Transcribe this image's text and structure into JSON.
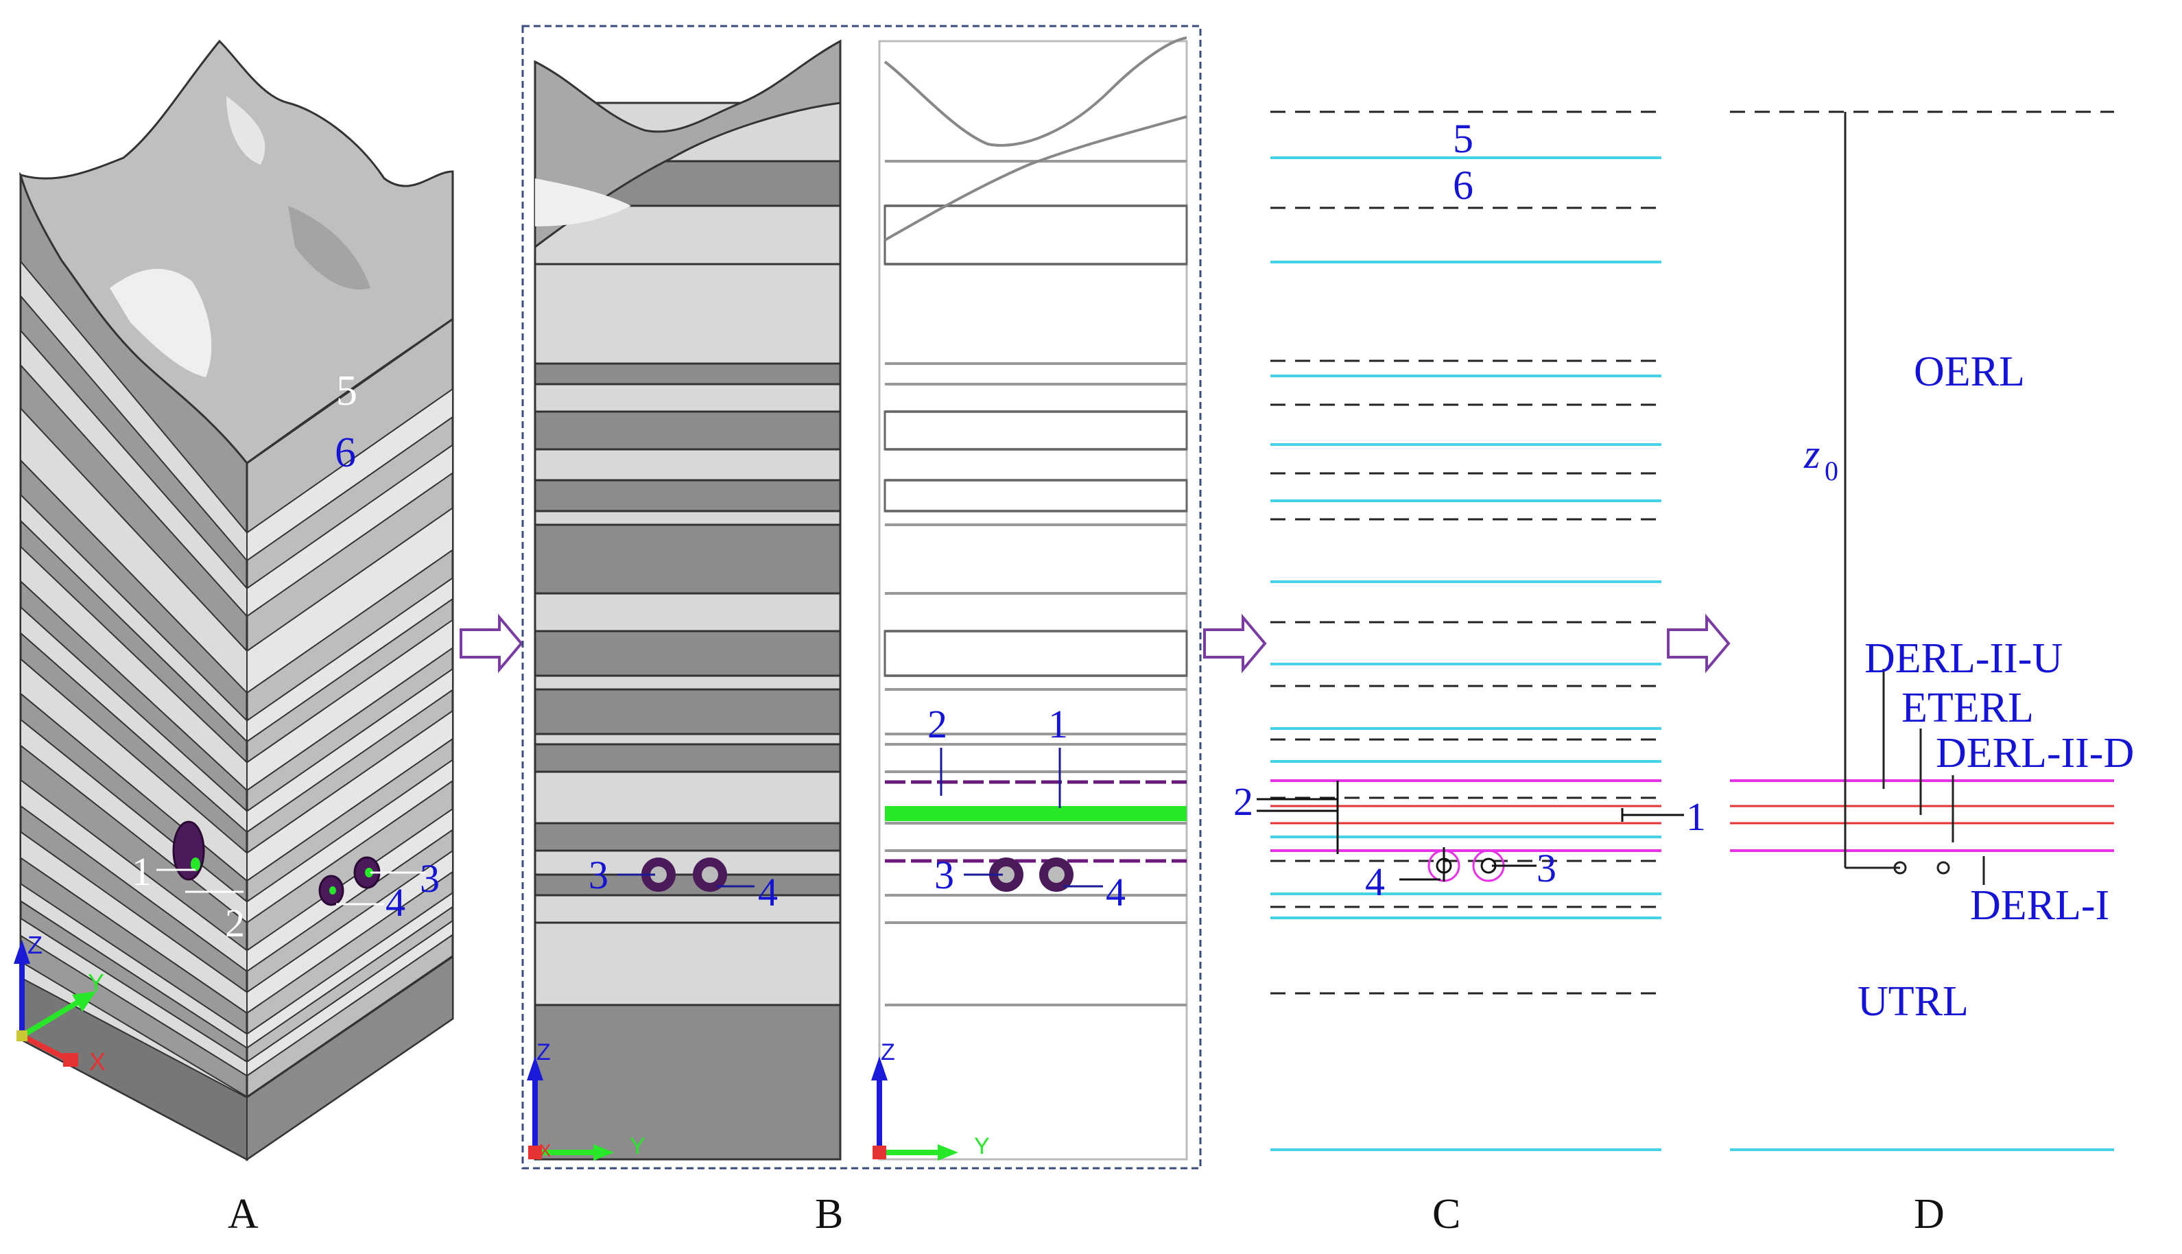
{
  "panels": {
    "a": {
      "caption": "A",
      "labels": {
        "l1": "1",
        "l2": "2",
        "l3": "3",
        "l4": "4",
        "l5": "5",
        "l6": "6"
      },
      "axes": {
        "z": "Z",
        "y": "Y",
        "x": "X"
      }
    },
    "b": {
      "caption": "B",
      "labels": {
        "left3": "3",
        "left4": "4",
        "right3": "3",
        "right4": "4",
        "l2": "2",
        "l1": "1"
      },
      "axes": {
        "z": "Z",
        "y": "Y",
        "x": "X"
      }
    },
    "c": {
      "caption": "C",
      "labels": {
        "l5": "5",
        "l6": "6",
        "l2": "2",
        "l1": "1",
        "l4": "4",
        "l3": "3"
      }
    },
    "d": {
      "caption": "D",
      "labels": {
        "oerl": "OERL",
        "z0": "z",
        "z0sub": "0",
        "derl_ii_u": "DERL-II-U",
        "eterl": "ETERL",
        "derl_ii_d": "DERL-II-D",
        "derl_i": "DERL-I",
        "utrl": "UTRL"
      }
    }
  },
  "colors": {
    "layer_dark": "#8c8c8c",
    "layer_light": "#d8d8d8",
    "cyan_line": "#46d2e6",
    "magenta_line": "#e632e6",
    "red_line": "#e63232",
    "green_line": "#28e628",
    "arrow": "#7a3ca0",
    "label_blue": "#1414d2",
    "tunnel_purple": "#4b1a5a"
  }
}
